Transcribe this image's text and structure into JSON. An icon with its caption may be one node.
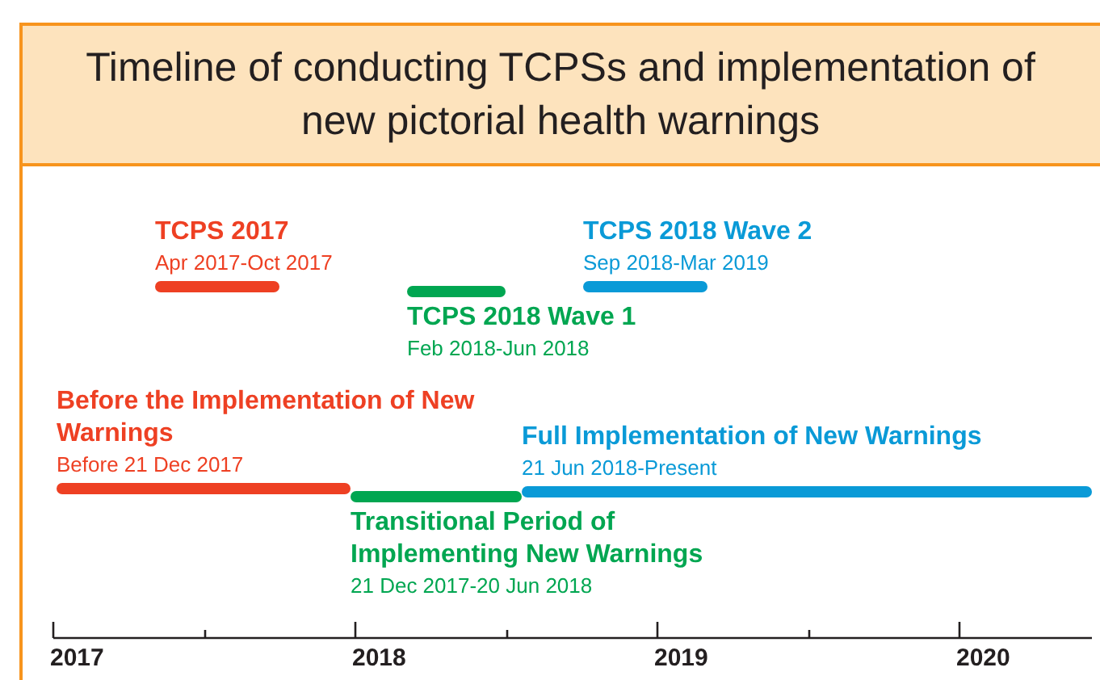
{
  "diagram": {
    "title": "Timeline of conducting TCPSs and implementation of new pictorial health warnings",
    "nodes": [
      {
        "text": [
          "TCPS 2017",
          "Apr 2017-Oct 2017"
        ]
      },
      {
        "text": [
          "TCPS 2018 Wave 1",
          "Feb 2018-Jun 2018"
        ]
      },
      {
        "text": [
          "TCPS 2018 Wave 2",
          "Sep 2018-Mar 2019"
        ]
      },
      {
        "text": [
          "Before the Implementation of New Warnings",
          "Before 21 Dec 2017"
        ]
      },
      {
        "text": [
          "Transitional Period of Implementing New Warnings",
          "21 Dec 2017-20 Jun 2018"
        ]
      },
      {
        "text": [
          "Full Implementation of New Warnings",
          "21 Jun 2018-Present"
        ]
      }
    ],
    "labels": [
      "2017",
      "2018",
      "2019",
      "2020"
    ]
  }
}
